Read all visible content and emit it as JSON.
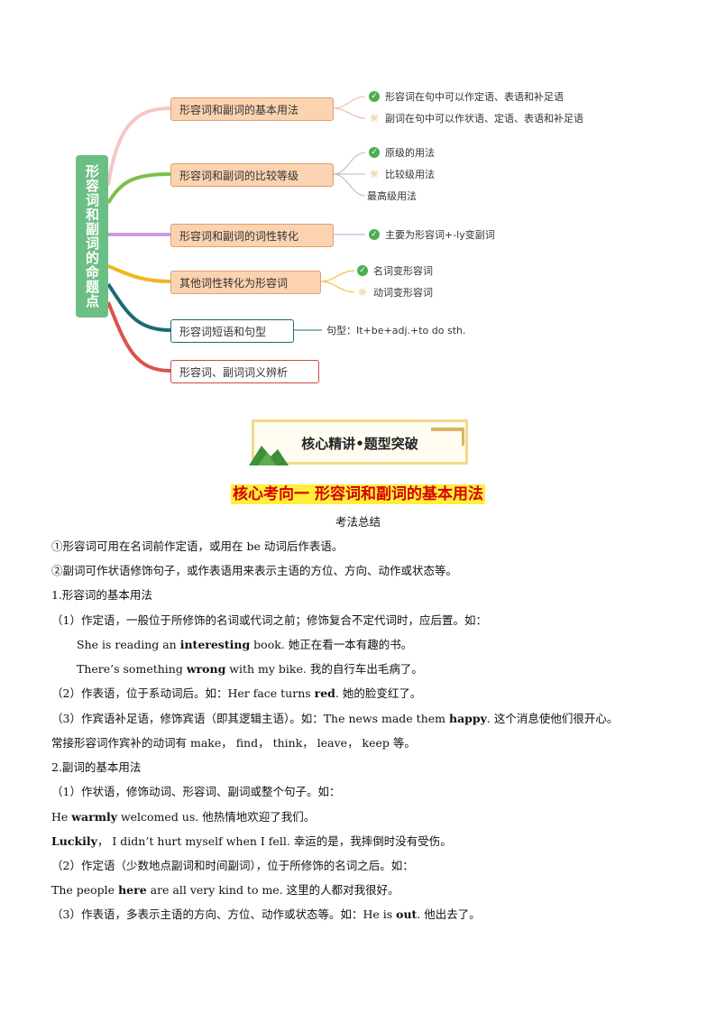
{
  "mindmap": {
    "root": "形容词和副词的命题点",
    "branches": [
      {
        "label": "形容词和副词的基本用法",
        "children": [
          {
            "icon": "check-icon",
            "text": "形容词在句中可以作定语、表语和补足语"
          },
          {
            "icon": "bulb-icon",
            "text": "副词在句中可以作状语、定语、表语和补足语"
          }
        ]
      },
      {
        "label": "形容词和副词的比较等级",
        "children": [
          {
            "icon": "check-icon",
            "text": "原级的用法"
          },
          {
            "icon": "bulb-icon",
            "text": "比较级用法"
          },
          {
            "icon": "",
            "text": "最高级用法"
          }
        ]
      },
      {
        "label": "形容词和副词的词性转化",
        "children": [
          {
            "icon": "check-icon",
            "text": "主要为形容词+-ly变副词"
          }
        ]
      },
      {
        "label": "其他词性转化为形容词",
        "children": [
          {
            "icon": "check-icon",
            "text": "名词变形容词"
          },
          {
            "icon": "bulb-icon",
            "text": "动词变形容词"
          }
        ]
      },
      {
        "label": "形容词短语和句型",
        "children": [
          {
            "icon": "",
            "text": "句型：It+be+adj.+to do sth."
          }
        ]
      },
      {
        "label": "形容词、副词词义辨析",
        "children": []
      }
    ],
    "colors": {
      "root": "#6cbf84",
      "line1": "#f6c6c6",
      "line2": "#7cc04b",
      "line3": "#c79be6",
      "line4": "#f2b51d",
      "line5": "#1a6b73",
      "line6": "#d9534f"
    }
  },
  "banner": {
    "title": "核心精讲•题型突破"
  },
  "section": {
    "heading": "核心考向一    形容词和副词的基本用法",
    "subtitle": "考法总结",
    "p1": "①形容词可用在名词前作定语，或用在 be 动词后作表语。",
    "p2": "②副词可作状语修饰句子，或作表语用来表示主语的方位、方向、动作或状态等。",
    "h_adj": "1.形容词的基本用法",
    "adj1": "（1）作定语，一般位于所修饰的名词或代词之前；修饰复合不定代词时，应后置。如：",
    "ex1_a": "She is reading an ",
    "ex1_b": "interesting",
    "ex1_c": " book.  她正在看一本有趣的书。",
    "ex2_a": "There’s something ",
    "ex2_b": "wrong",
    "ex2_c": " with my bike.  我的自行车出毛病了。",
    "adj2_a": "（2）作表语，位于系动词后。如：Her face turns ",
    "adj2_b": "red",
    "adj2_c": ". 她的脸变红了。",
    "adj3_a": "（3）作宾语补足语，修饰宾语（即其逻辑主语）。如：The news made them ",
    "adj3_b": "happy",
    "adj3_c": ". 这个消息使他们很开心。",
    "adj_note": "常接形容词作宾补的动词有 make，  find，  think，  leave，  keep 等。",
    "h_adv": "2.副词的基本用法",
    "adv1": "（1）作状语，修饰动词、形容词、副词或整个句子。如：",
    "ex3_a": "He ",
    "ex3_b": "warmly",
    "ex3_c": " welcomed us.  他热情地欢迎了我们。",
    "ex4_b": "Luckily",
    "ex4_c": "，  I didn’t hurt myself when I fell.  幸运的是，我摔倒时没有受伤。",
    "adv2": "（2）作定语（少数地点副词和时间副词），位于所修饰的名词之后。如：",
    "ex5_a": "The people ",
    "ex5_b": "here",
    "ex5_c": " are all  very kind to me.  这里的人都对我很好。",
    "adv3_a": "（3）作表语，多表示主语的方向、方位、动作或状态等。如：He is ",
    "adv3_b": "out",
    "adv3_c": ".  他出去了。"
  }
}
